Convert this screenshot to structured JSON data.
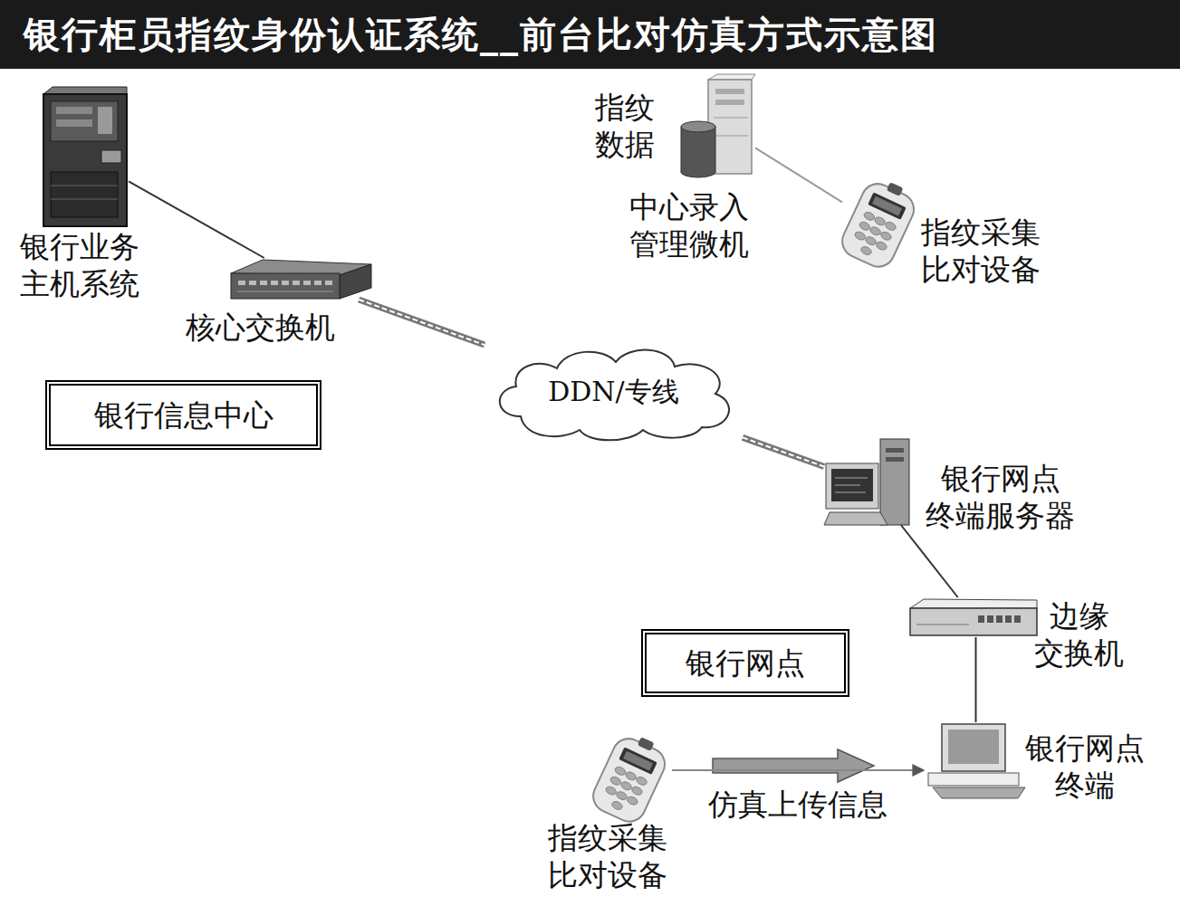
{
  "diagram": {
    "title": "银行柜员指纹身份认证系统__前台比对仿真方式示意图",
    "nodes": [
      {
        "text": [
          "银行业务 主机系统"
        ]
      },
      {
        "text": [
          "核心交换机"
        ]
      },
      {
        "text": [
          "DDN/专线"
        ]
      },
      {
        "text": [
          "指纹 数据",
          "中心录入 管理微机"
        ]
      },
      {
        "text": [
          "指纹采集 比对设备"
        ]
      },
      {
        "text": [
          "银行网点 终端服务器"
        ]
      },
      {
        "text": [
          "边缘 交换机"
        ]
      },
      {
        "text": [
          "银行网点 终端"
        ]
      },
      {
        "text": [
          "指纹采集 比对设备"
        ]
      },
      {
        "text": [
          "银行信息中心"
        ]
      },
      {
        "text": [
          "银行网点"
        ]
      }
    ],
    "edges": [
      {
        "from": 0,
        "to": 1,
        "arrow": "none"
      },
      {
        "from": 1,
        "to": 2,
        "arrow": "none"
      },
      {
        "from": 2,
        "to": 5,
        "arrow": "none"
      },
      {
        "from": 3,
        "to": 4,
        "arrow": "none"
      },
      {
        "from": 5,
        "to": 6,
        "arrow": "none"
      },
      {
        "from": 6,
        "to": 7,
        "arrow": "none"
      },
      {
        "from": 8,
        "to": 7,
        "label": "仿真上传信息",
        "arrow": "to"
      }
    ]
  }
}
